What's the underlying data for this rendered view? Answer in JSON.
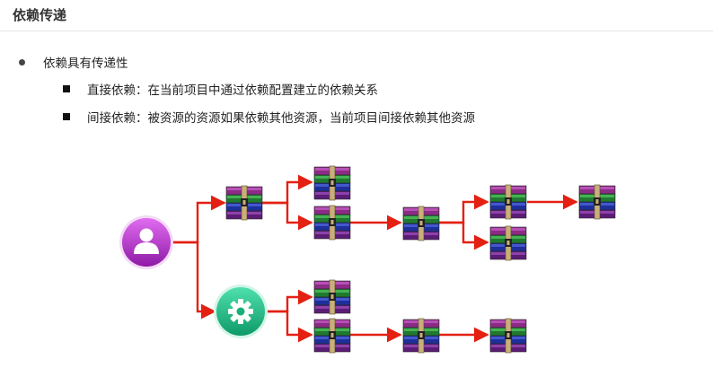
{
  "slide": {
    "title": "依赖传递",
    "bullet": "依赖具有传递性",
    "sub_bullets": [
      "直接依赖：在当前项目中通过依赖配置建立的依赖关系",
      "间接依赖：被资源的资源如果依赖其他资源，当前项目间接依赖其他资源"
    ]
  },
  "diagram": {
    "colors": {
      "arrow": "#e32012",
      "user_node": "#b72bd0",
      "gear_node": "#1ec28a"
    },
    "icons": {
      "user_node": "user-icon",
      "gear_node": "gear-icon",
      "package": "archive-package-icon"
    }
  }
}
